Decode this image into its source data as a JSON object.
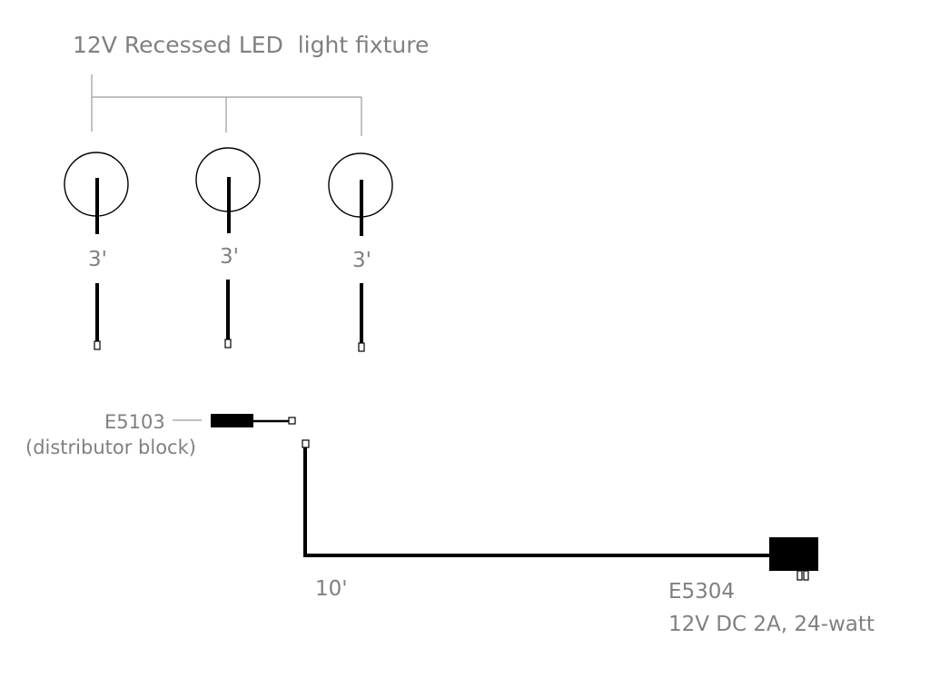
{
  "diagram": {
    "fixture_label": "12V Recessed LED  light fixture",
    "fixtures": [
      {
        "length_label": "3'"
      },
      {
        "length_label": "3'"
      },
      {
        "length_label": "3'"
      }
    ],
    "distributor": {
      "part_number": "E5103",
      "description": "(distributor block)"
    },
    "main_cable": {
      "length_label": "10'"
    },
    "power_supply": {
      "part_number": "E5304",
      "spec": "12V DC 2A, 24-watt"
    }
  }
}
